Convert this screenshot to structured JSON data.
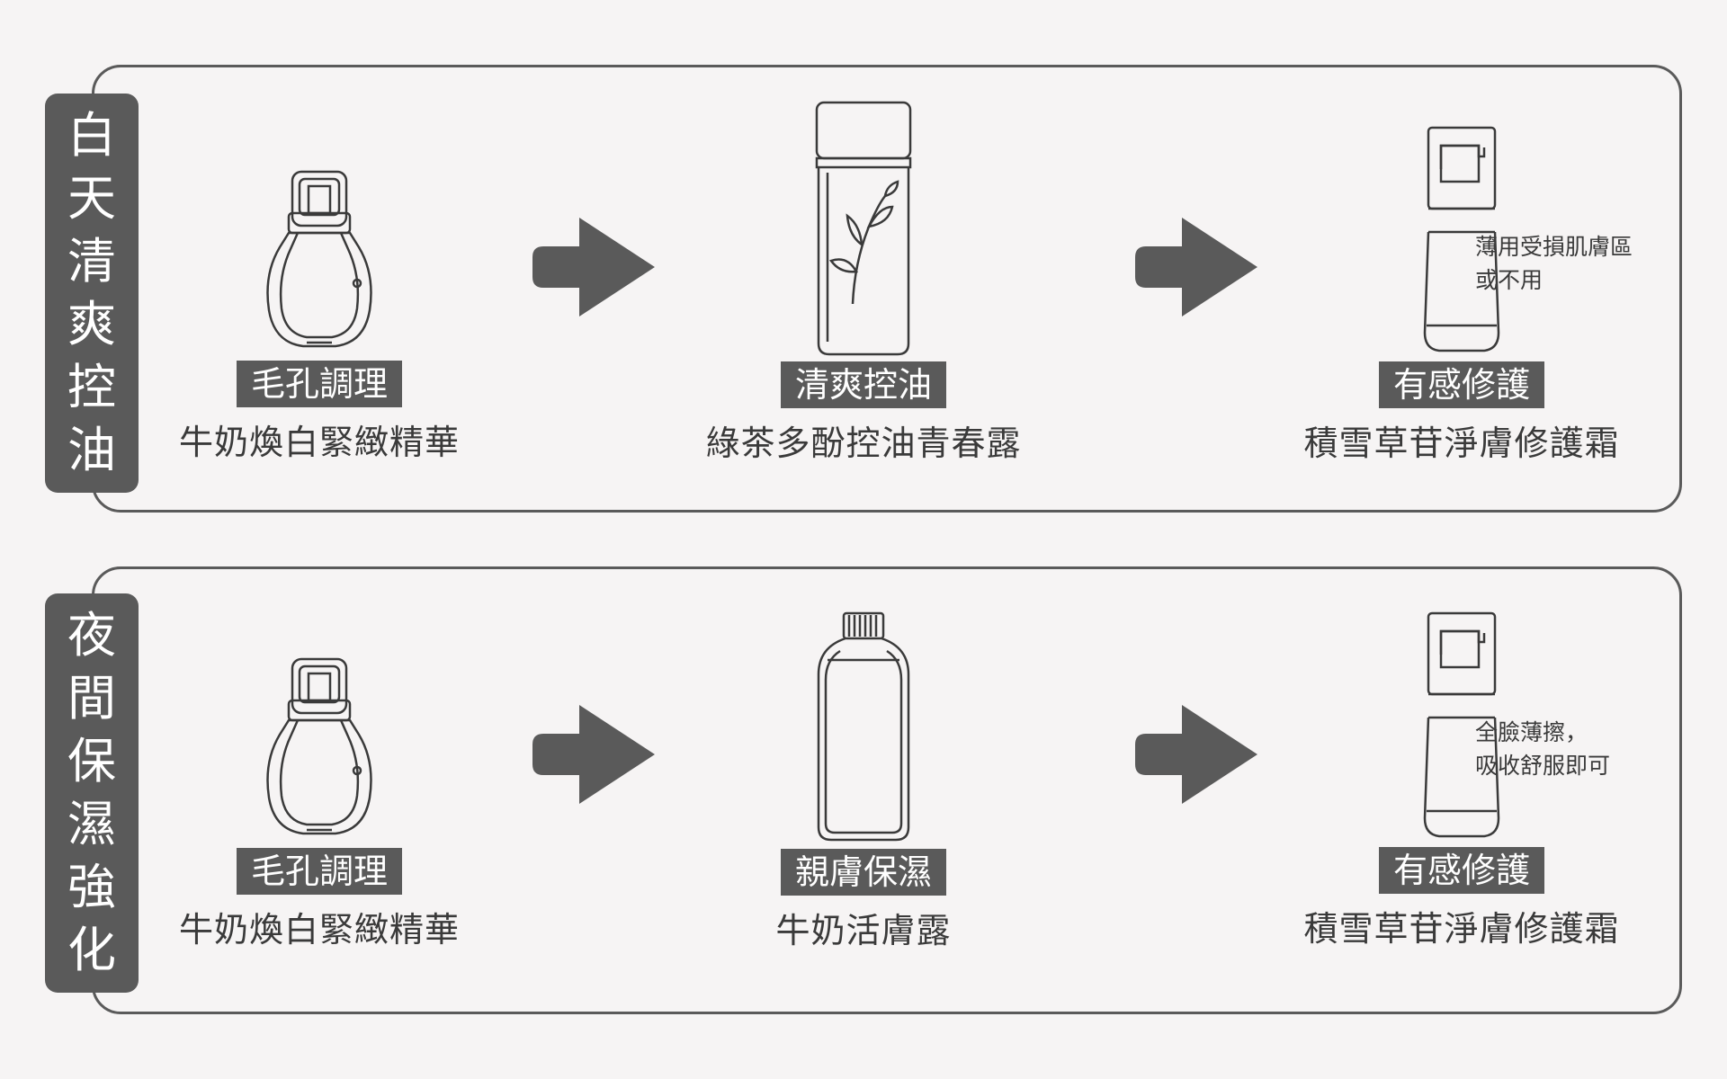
{
  "colors": {
    "accent": "#5a5a5a",
    "background": "#f6f4f4",
    "text": "#3a3a3a"
  },
  "day": {
    "title_chars": [
      "白",
      "天",
      "清",
      "爽",
      "控",
      "油"
    ],
    "steps": [
      {
        "tag": "毛孔調理",
        "name": "牛奶煥白緊緻精華",
        "icon": "pump-serum-bottle-icon"
      },
      {
        "tag": "清爽控油",
        "name": "綠茶多酚控油青春露",
        "icon": "leaf-toner-bottle-icon"
      },
      {
        "tag": "有感修護",
        "name": "積雪草苷淨膚修護霜",
        "icon": "airless-pump-bottle-icon"
      }
    ],
    "note": [
      "薄用受損肌膚區",
      "或不用"
    ]
  },
  "night": {
    "title_chars": [
      "夜",
      "間",
      "保",
      "濕",
      "強",
      "化"
    ],
    "steps": [
      {
        "tag": "毛孔調理",
        "name": "牛奶煥白緊緻精華",
        "icon": "pump-serum-bottle-icon"
      },
      {
        "tag": "親膚保濕",
        "name": "牛奶活膚露",
        "icon": "screwcap-bottle-icon"
      },
      {
        "tag": "有感修護",
        "name": "積雪草苷淨膚修護霜",
        "icon": "airless-pump-bottle-icon"
      }
    ],
    "note": [
      "全臉薄擦，",
      "吸收舒服即可"
    ]
  }
}
